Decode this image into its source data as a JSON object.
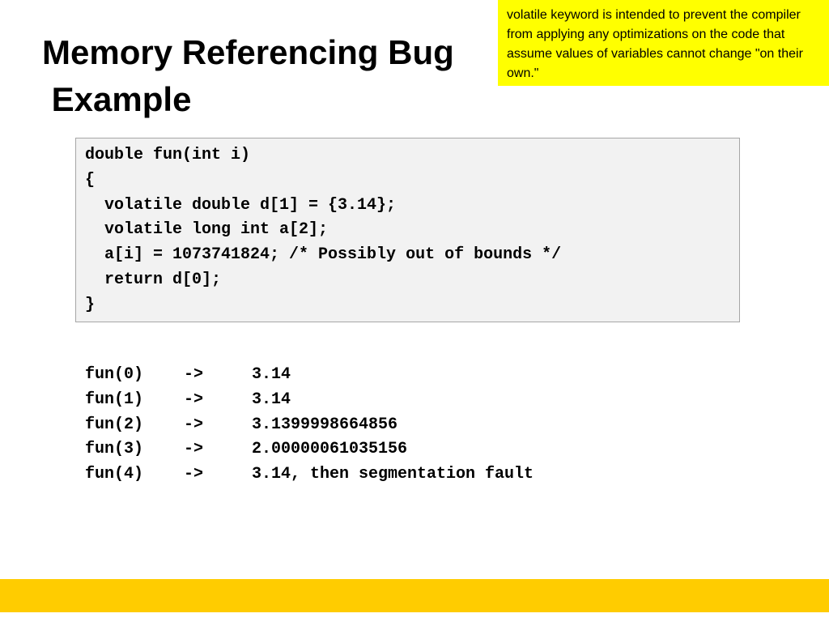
{
  "slide": {
    "title_lines": [
      "Memory Referencing Bug",
      " Example"
    ],
    "note": "volatile keyword is intended to prevent the compiler from applying any optimizations on the code that assume values of variables cannot change \"on their own.\"",
    "code_lines": [
      "double fun(int i)",
      "{",
      "  volatile double d[1] = {3.14};",
      "  volatile long int a[2];",
      "  a[i] = 1073741824; /* Possibly out of bounds */",
      "  return d[0];",
      "}"
    ],
    "results": [
      {
        "call": "fun(0)",
        "arrow": "->",
        "value": "3.14"
      },
      {
        "call": "fun(1)",
        "arrow": "->",
        "value": "3.14"
      },
      {
        "call": "fun(2)",
        "arrow": "->",
        "value": "3.1399998664856"
      },
      {
        "call": "fun(3)",
        "arrow": "->",
        "value": "2.00000061035156"
      },
      {
        "call": "fun(4)",
        "arrow": "->",
        "value": "3.14, then segmentation fault"
      }
    ]
  },
  "colors": {
    "note_background": "#ffff00",
    "code_background": "#f2f2f2",
    "footer_bar": "#ffcc00"
  }
}
